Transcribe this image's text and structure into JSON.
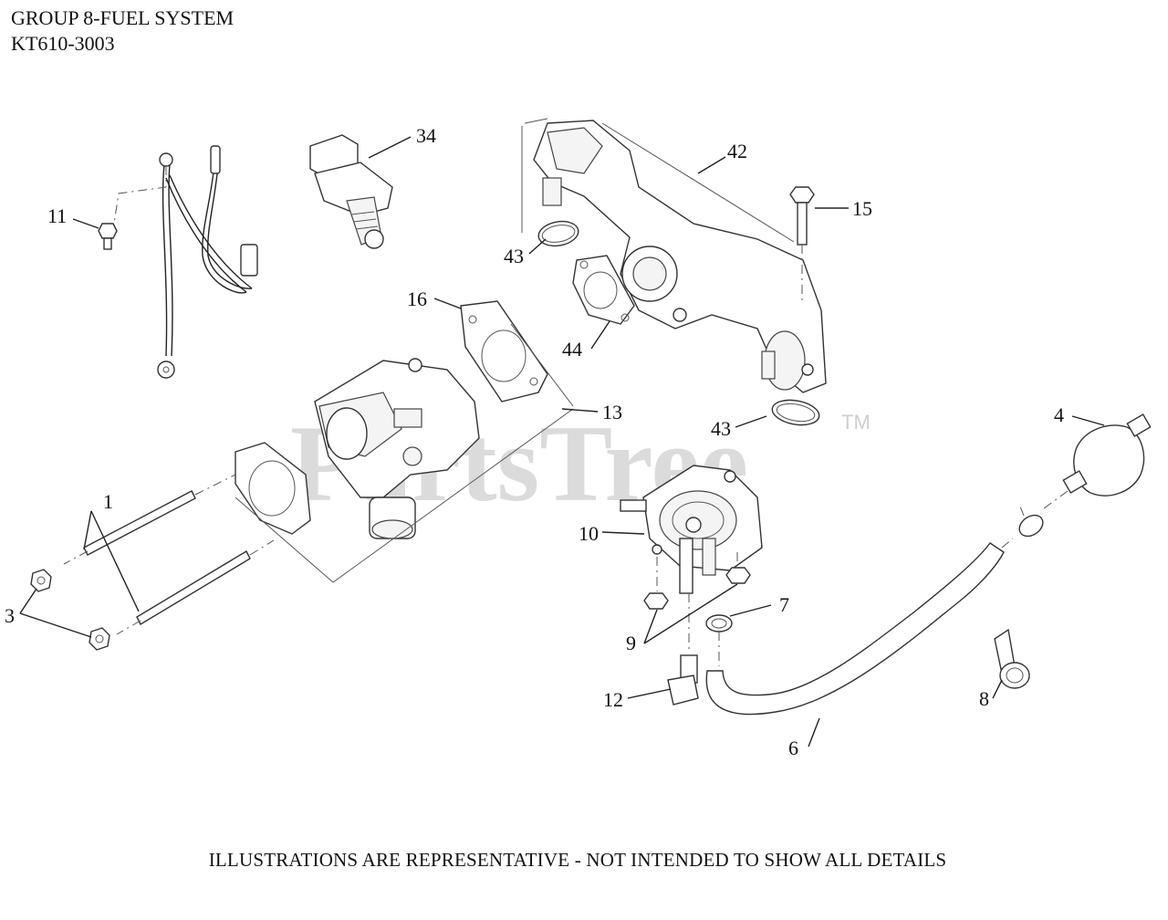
{
  "header": {
    "title": "GROUP 8-FUEL SYSTEM",
    "model": "KT610-3003"
  },
  "footer": {
    "note": "ILLUSTRATIONS ARE REPRESENTATIVE - NOT INTENDED TO SHOW ALL DETAILS"
  },
  "watermark": {
    "brand": "PartsTree",
    "trademark": "TM"
  },
  "callouts": {
    "c1": "1",
    "c3": "3",
    "c4": "4",
    "c6": "6",
    "c7": "7",
    "c8": "8",
    "c9": "9",
    "c10": "10",
    "c11": "11",
    "c12": "12",
    "c13": "13",
    "c15": "15",
    "c16": "16",
    "c34": "34",
    "c42": "42",
    "c43a": "43",
    "c43b": "43",
    "c44": "44"
  }
}
